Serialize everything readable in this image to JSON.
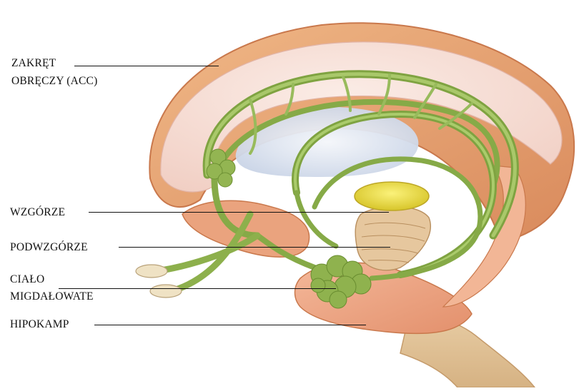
{
  "labels": {
    "acc_line1": "ZAKRĘT",
    "acc_line2": "OBRĘCZY (ACC)",
    "thalamus": "WZGÓRZE",
    "hypothalamus": "PODWZGÓRZE",
    "amygdala_line1": "CIAŁO",
    "amygdala_line2": "MIGDAŁOWATE",
    "hippocampus": "HIPOKAMP"
  },
  "colors": {
    "cortex_outer": "#e7a272",
    "cortex_inner": "#f6dfd6",
    "limbic_green": "#8bb04a",
    "limbic_green_light": "#a9c86a",
    "thalamus_yellow": "#f3e63c",
    "brainstem": "#e2c497",
    "ventricle": "#dfe6f0"
  }
}
